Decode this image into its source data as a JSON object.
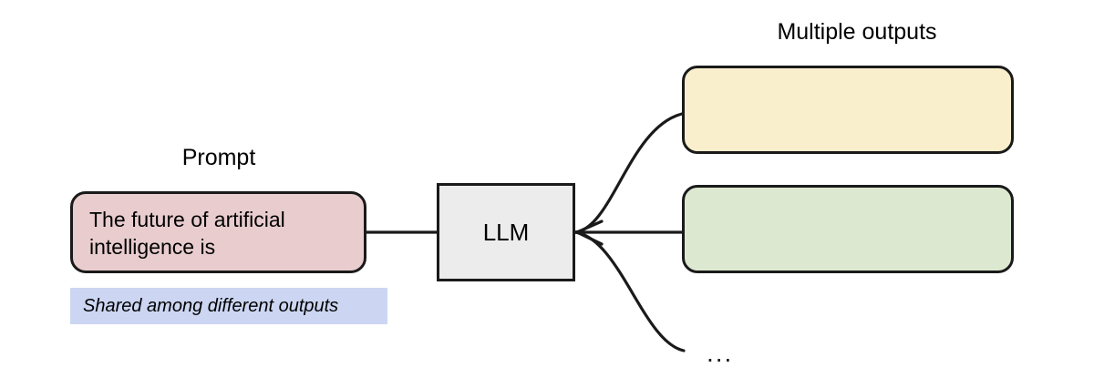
{
  "diagram": {
    "title_prompt": "Prompt",
    "title_outputs": "Multiple outputs",
    "prompt_text": "The future of artificial\nintelligence is",
    "model_label": "LLM",
    "shared_note": "Shared among different outputs",
    "ellipsis": "...",
    "output_1_text": "",
    "output_2_text": "",
    "colors": {
      "prompt_fill": "#e8ccce",
      "model_fill": "#ececec",
      "output_1_fill": "#faefcc",
      "output_2_fill": "#dde8d0",
      "note_fill": "#ccd6f2",
      "stroke": "#1a1a1a",
      "background": "#ffffff"
    },
    "edges": [
      {
        "from": "prompt-box",
        "to": "llm-box",
        "style": "straight"
      },
      {
        "from": "llm-box",
        "to": "output-box-1",
        "style": "curved-up"
      },
      {
        "from": "llm-box",
        "to": "output-box-2",
        "style": "straight"
      },
      {
        "from": "llm-box",
        "to": "ellipsis",
        "style": "curved-down"
      }
    ]
  }
}
